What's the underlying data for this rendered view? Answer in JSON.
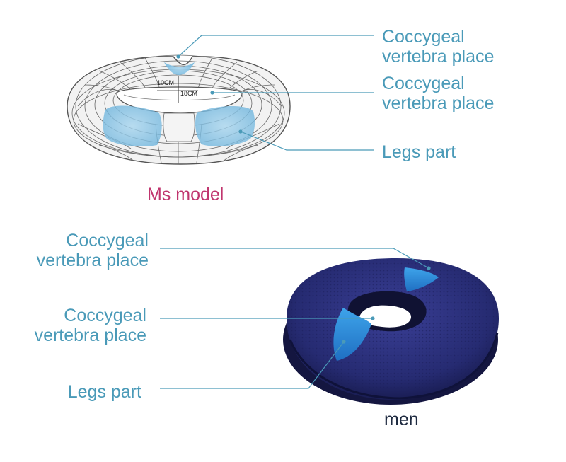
{
  "top": {
    "callouts": [
      {
        "line1": "Coccygeal",
        "line2": "vertebra place"
      },
      {
        "line1": "Coccygeal",
        "line2": "vertebra place"
      },
      {
        "line1": "Legs part",
        "line2": ""
      }
    ],
    "dimensions": {
      "inner": "10CM",
      "outer": "18CM"
    },
    "caption": "Ms model",
    "caption_color": "#c0356e"
  },
  "bottom": {
    "callouts": [
      {
        "line1": "Coccygeal",
        "line2": "vertebra place"
      },
      {
        "line1": "Coccygeal",
        "line2": "vertebra place"
      },
      {
        "line1": "Legs part",
        "line2": ""
      }
    ],
    "caption": "men",
    "caption_color": "#1e2a40"
  },
  "colors": {
    "label": "#4a9ab8",
    "leader_line": "#4a9ab8",
    "cushion_navy": "#2a2f7a",
    "highlight_blue": "#2f8fd8",
    "wireframe": "#555555"
  }
}
